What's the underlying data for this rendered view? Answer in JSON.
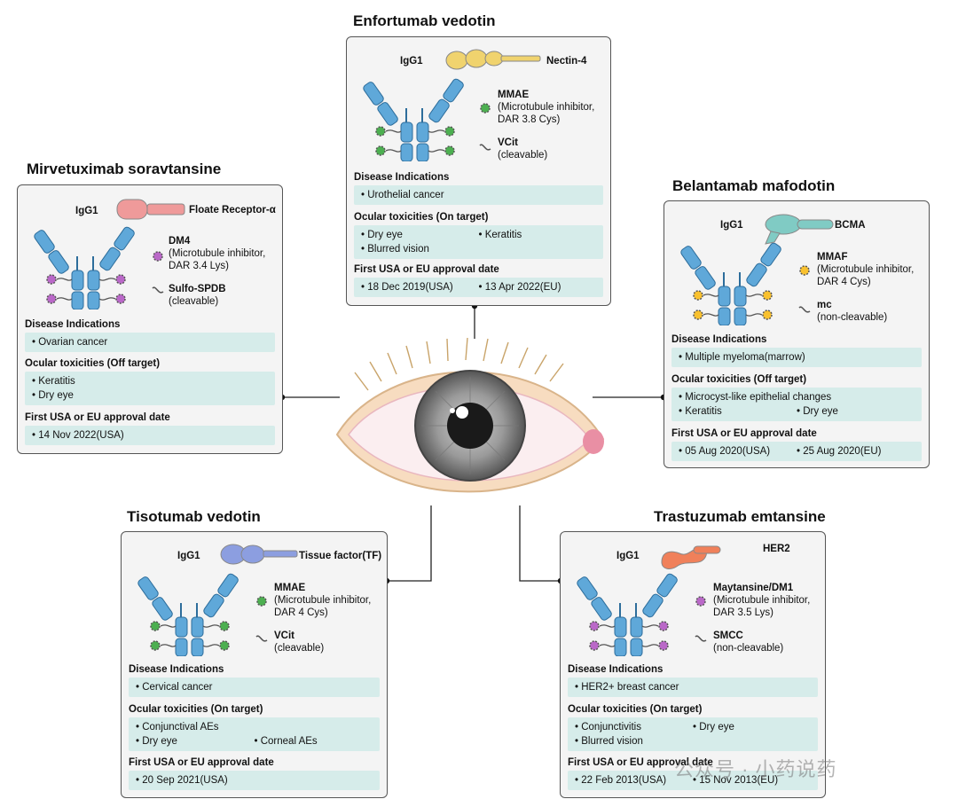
{
  "cards": {
    "enfortumab": {
      "title": "Enfortumab vedotin",
      "antibody": "IgG1",
      "target": "Nectin-4",
      "payload": "MMAE",
      "payload_desc1": "(Microtubule inhibitor,",
      "payload_desc2": "DAR 3.8 Cys)",
      "linker": "VCit",
      "linker_desc": "(cleavable)",
      "indications_label": "Disease Indications",
      "indications": [
        "Urothelial cancer"
      ],
      "toxicity_label": "Ocular toxicities (On target)",
      "toxicities": [
        "Dry eye",
        "Keratitis",
        "Blurred vision"
      ],
      "approval_label": "First USA or EU approval date",
      "approvals": [
        "18 Dec 2019(USA)",
        "13 Apr 2022(EU)"
      ],
      "target_color": "#f0d36e",
      "payload_color": "#4caf50"
    },
    "mirvetuximab": {
      "title": "Mirvetuximab soravtansine",
      "antibody": "IgG1",
      "target": "Floate Receptor-α",
      "payload": "DM4",
      "payload_desc1": "(Microtubule inhibitor,",
      "payload_desc2": "DAR 3.4 Lys)",
      "linker": "Sulfo-SPDB",
      "linker_desc": "(cleavable)",
      "indications_label": "Disease Indications",
      "indications": [
        "Ovarian cancer"
      ],
      "toxicity_label": "Ocular toxicities (Off target)",
      "toxicities": [
        "Keratitis",
        "Dry eye"
      ],
      "approval_label": "First USA or EU approval date",
      "approvals": [
        "14 Nov 2022(USA)"
      ],
      "target_color": "#ef9a9a",
      "payload_color": "#ba68c8"
    },
    "belantamab": {
      "title": "Belantamab mafodotin",
      "antibody": "IgG1",
      "target": "BCMA",
      "payload": "MMAF",
      "payload_desc1": "(Microtubule inhibitor,",
      "payload_desc2": "DAR 4 Cys)",
      "linker": "mc",
      "linker_desc": "(non-cleavable)",
      "indications_label": "Disease Indications",
      "indications": [
        "Multiple myeloma(marrow)"
      ],
      "toxicity_label": "Ocular toxicities (Off target)",
      "toxicities": [
        "Microcyst-like epithelial changes",
        "Keratitis",
        "Dry eye"
      ],
      "approval_label": "First USA or EU approval date",
      "approvals": [
        "05 Aug 2020(USA)",
        "25 Aug 2020(EU)"
      ],
      "target_color": "#80cbc4",
      "payload_color": "#f9c12e"
    },
    "tisotumab": {
      "title": "Tisotumab vedotin",
      "antibody": "IgG1",
      "target": "Tissue factor(TF)",
      "payload": "MMAE",
      "payload_desc1": "(Microtubule inhibitor,",
      "payload_desc2": "DAR 4 Cys)",
      "linker": "VCit",
      "linker_desc": "(cleavable)",
      "indications_label": "Disease Indications",
      "indications": [
        "Cervical cancer"
      ],
      "toxicity_label": "Ocular toxicities (On target)",
      "toxicities": [
        "Conjunctival AEs",
        "Dry eye",
        "Corneal AEs"
      ],
      "approval_label": "First USA or EU approval date",
      "approvals": [
        "20 Sep 2021(USA)"
      ],
      "target_color": "#8c9ee0",
      "payload_color": "#4caf50"
    },
    "trastuzumab": {
      "title": "Trastuzumab emtansine",
      "antibody": "IgG1",
      "target": "HER2",
      "payload": "Maytansine/DM1",
      "payload_desc1": "(Microtubule inhibitor,",
      "payload_desc2": "DAR 3.5 Lys)",
      "linker": "SMCC",
      "linker_desc": "(non-cleavable)",
      "indications_label": "Disease Indications",
      "indications": [
        "HER2+ breast cancer"
      ],
      "toxicity_label": "Ocular toxicities (On target)",
      "toxicities": [
        "Conjunctivitis",
        "Dry eye",
        "Blurred vision"
      ],
      "approval_label": "First USA or EU approval date",
      "approvals": [
        "22 Feb 2013(USA)",
        "15 Nov 2013(EU)"
      ],
      "target_color": "#f0805a",
      "payload_color": "#ba68c8"
    }
  },
  "watermark": "公众号 · 小药说药"
}
